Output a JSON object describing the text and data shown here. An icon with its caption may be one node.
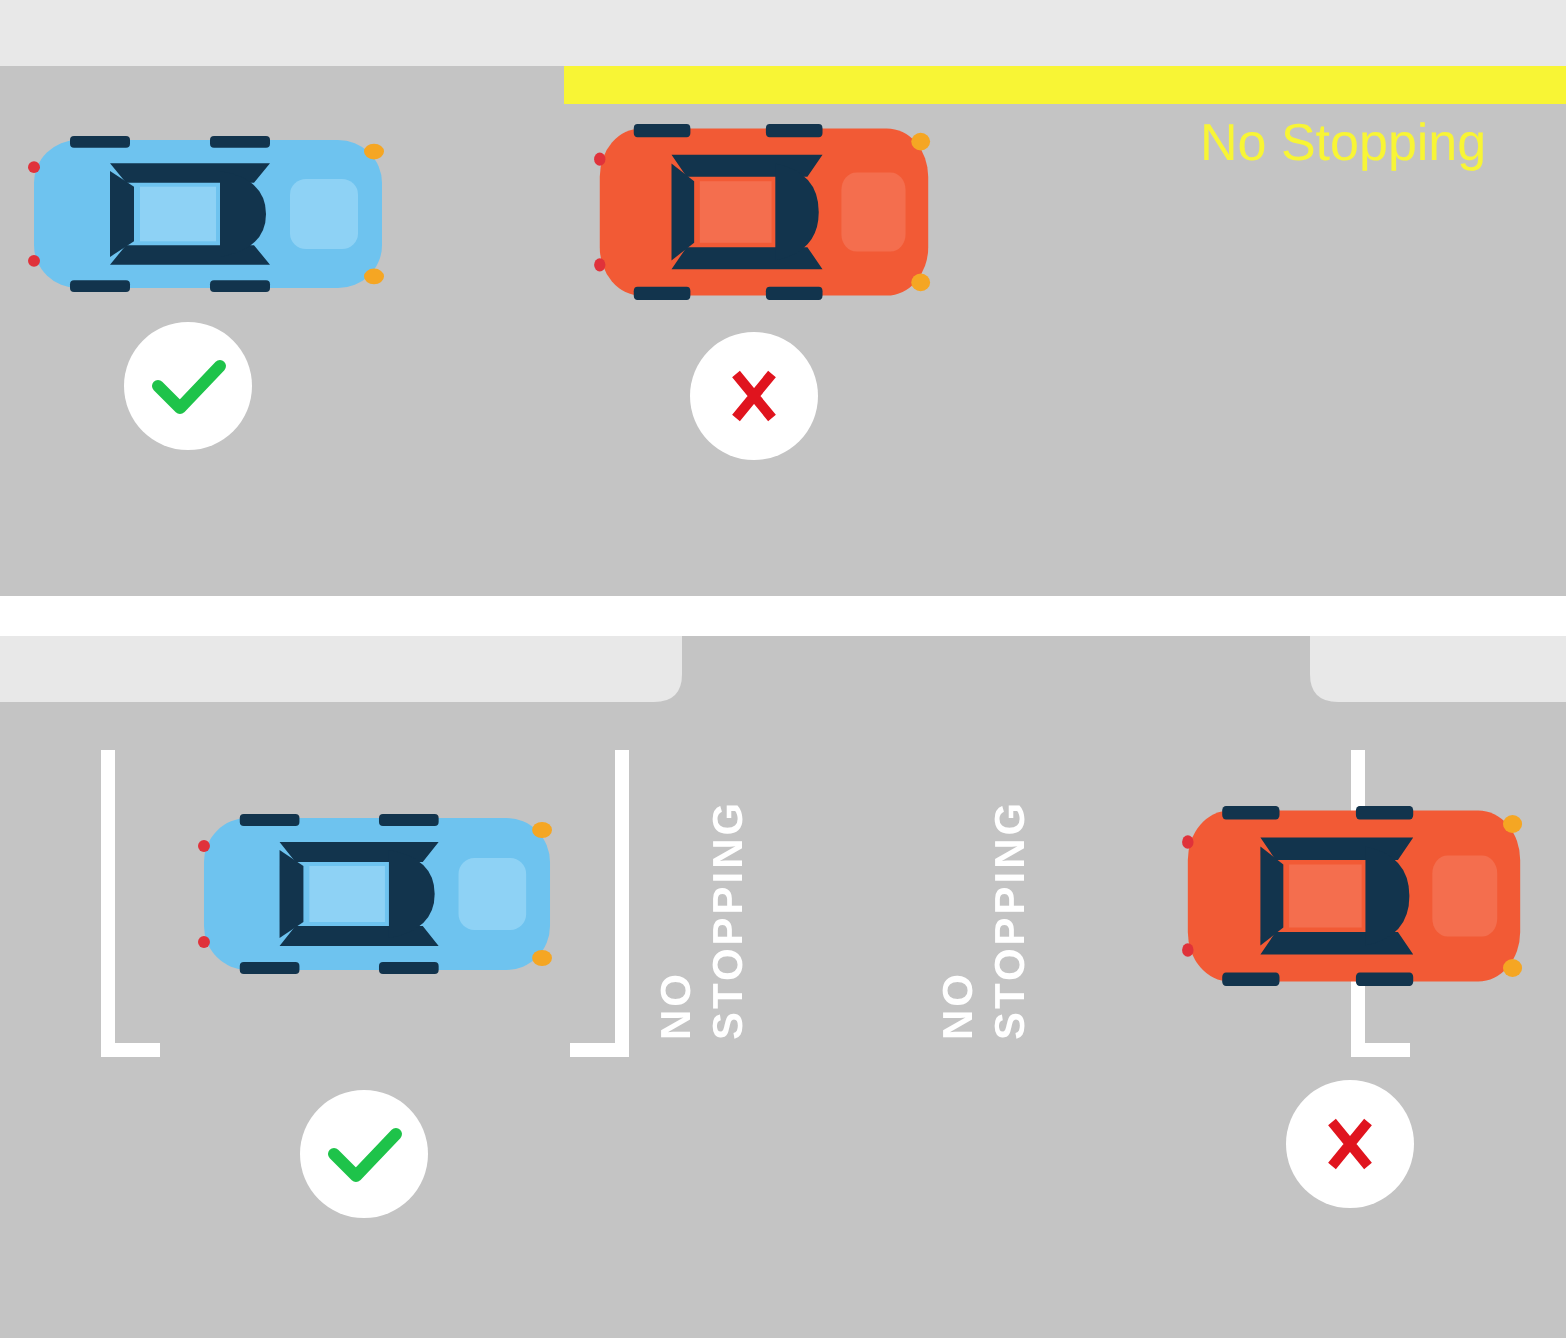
{
  "diagram": {
    "labels": [
      "No Stopping",
      "NO STOPPING",
      "NO STOPPING"
    ]
  }
}
